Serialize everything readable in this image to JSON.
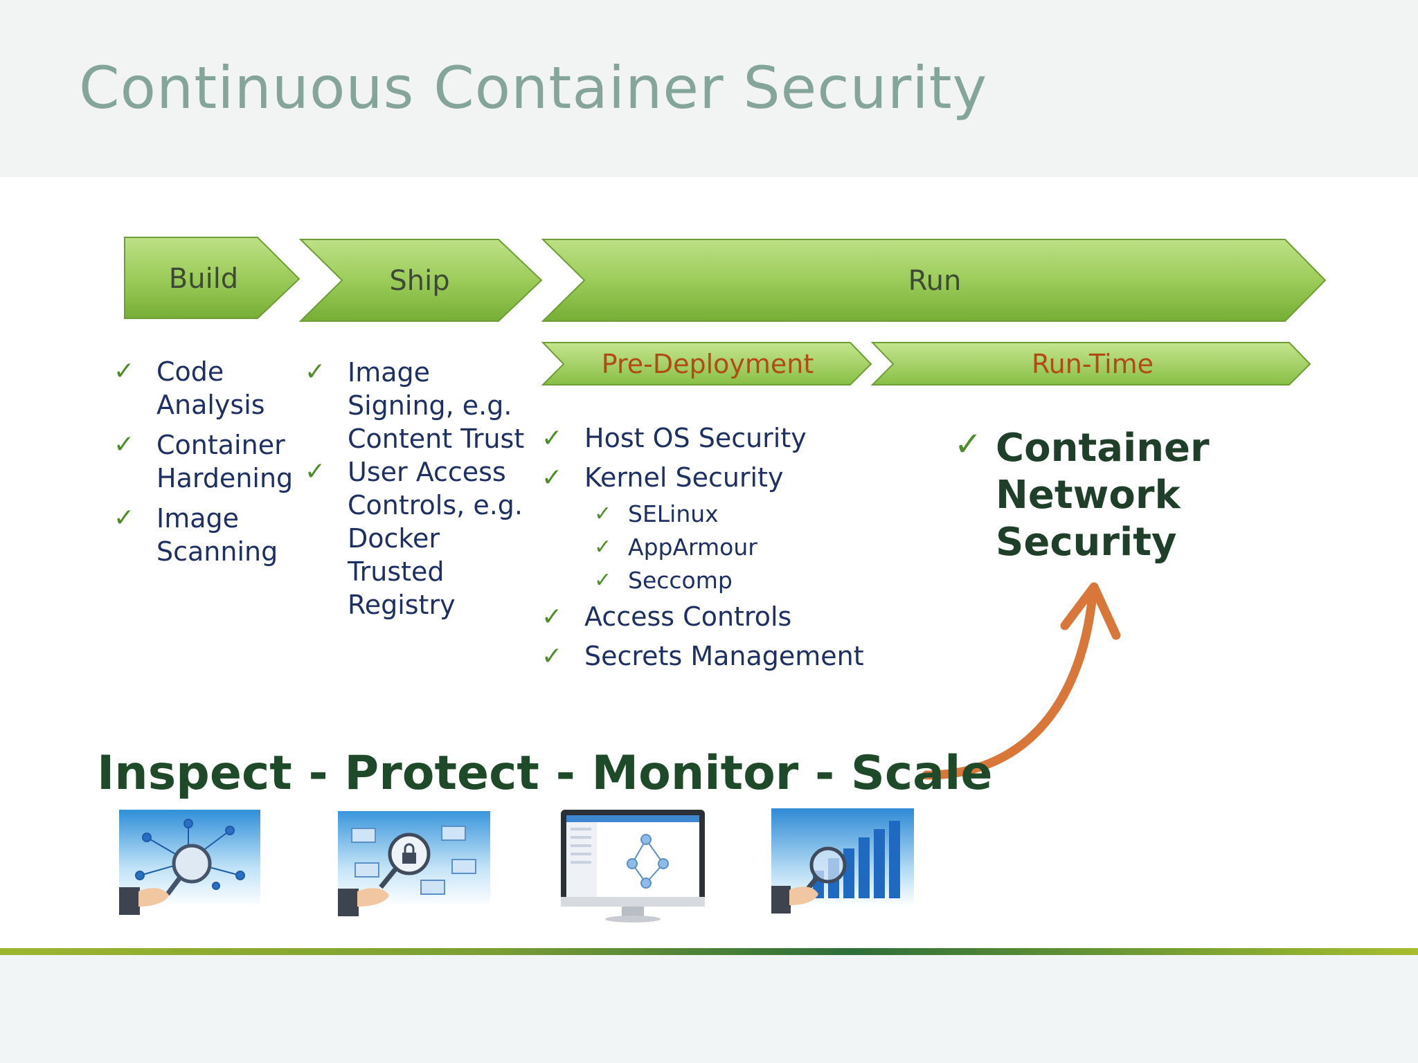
{
  "slide": {
    "title": "Continuous Container Security"
  },
  "stages": {
    "build": "Build",
    "ship": "Ship",
    "run": "Run",
    "pre_deployment": "Pre-Deployment",
    "run_time": "Run-Time"
  },
  "build_items": [
    "Code Analysis",
    "Container Hardening",
    "Image Scanning"
  ],
  "ship_items": [
    "Image Signing, e.g. Content Trust",
    "User Access Controls, e.g. Docker Trusted Registry"
  ],
  "pre_deployment_items": {
    "host_os": "Host OS Security",
    "kernel": "Kernel Security",
    "selinux": "SELinux",
    "apparmour": "AppArmour",
    "seccomp": "Seccomp",
    "access_controls": "Access Controls",
    "secrets": "Secrets Management"
  },
  "run_time_items": {
    "container_network_security": "Container Network Security"
  },
  "tagline": "Inspect - Protect - Monitor - Scale",
  "check_glyph": "✓",
  "colors": {
    "title": "#86a59a",
    "chevron_top": "#b4dc7a",
    "chevron_bottom": "#78b038",
    "list_text": "#1d2f63",
    "check": "#4d8c26",
    "sub_label": "#b24a14",
    "arrow": "#d9773a",
    "tagline": "#1f4a2a"
  },
  "icons": [
    "network-inspect-icon",
    "lock-protect-icon",
    "monitor-dashboard-icon",
    "scale-chart-icon"
  ]
}
